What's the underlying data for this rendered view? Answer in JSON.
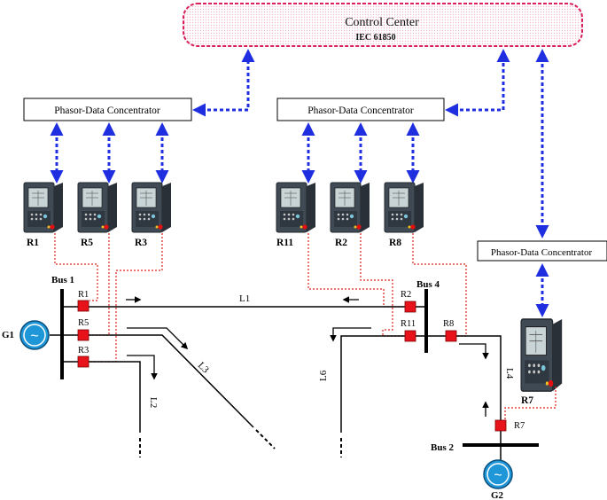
{
  "control_center": {
    "title": "Control Center",
    "subtitle": "IEC 61850"
  },
  "pdc_label": "Phasor-Data Concentrator",
  "relay_devices": {
    "r1": "R1",
    "r5": "R5",
    "r3": "R3",
    "r11": "R11",
    "r2": "R2",
    "r8": "R8",
    "r7": "R7"
  },
  "breakers": {
    "r1": "R1",
    "r5": "R5",
    "r3": "R3",
    "r2": "R2",
    "r11": "R11",
    "r8": "R8",
    "r7": "R7"
  },
  "buses": {
    "bus1": "Bus 1",
    "bus4": "Bus 4",
    "bus2": "Bus 2"
  },
  "generators": {
    "g1": "G1",
    "g2": "G2",
    "symbol": "~"
  },
  "lines": {
    "l1": "L1",
    "l2": "L2",
    "l3": "L3",
    "l4": "L4",
    "l6": "L6"
  },
  "colors": {
    "comm": "#1f2fe0",
    "relay_wire": "#e0201a",
    "breaker": "#e8121a",
    "control_center_border": "#d8205a",
    "control_center_fill": "#fbe3ea",
    "generator": "#1e96d8"
  }
}
